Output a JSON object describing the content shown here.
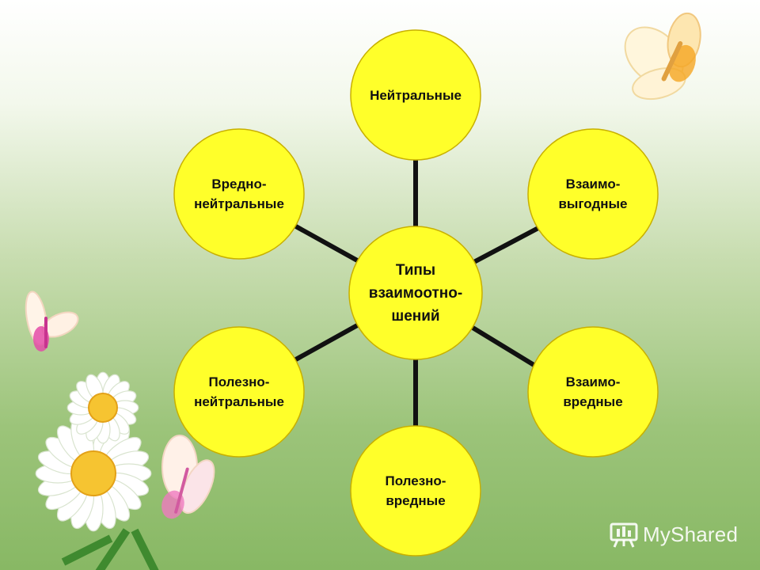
{
  "diagram": {
    "center": {
      "label": "Типы\nвзаимоотно-\nшений"
    },
    "nodes": [
      {
        "id": "neutral",
        "label": "Нейтральные"
      },
      {
        "id": "mutually-beneficial",
        "label": "Взаимо-\nвыгодные"
      },
      {
        "id": "mutually-harmful",
        "label": "Взаимо-\nвредные"
      },
      {
        "id": "useful-harmful",
        "label": "Полезно-\nвредные"
      },
      {
        "id": "useful-neutral",
        "label": "Полезно-\nнейтральные"
      },
      {
        "id": "harmful-neutral",
        "label": "Вредно-\nнейтральные"
      }
    ]
  },
  "colors": {
    "circle_fill": "#ffff2a",
    "circle_stroke": "#c8b000",
    "connector": "#111111",
    "background_top": "#ffffff",
    "background_bottom": "#88b864"
  },
  "watermark": {
    "text": "MyShared",
    "icon": "presentation-board-icon"
  },
  "decorations": [
    "butterfly-icon",
    "butterfly-icon",
    "butterfly-icon",
    "daisy-flower-icon"
  ]
}
